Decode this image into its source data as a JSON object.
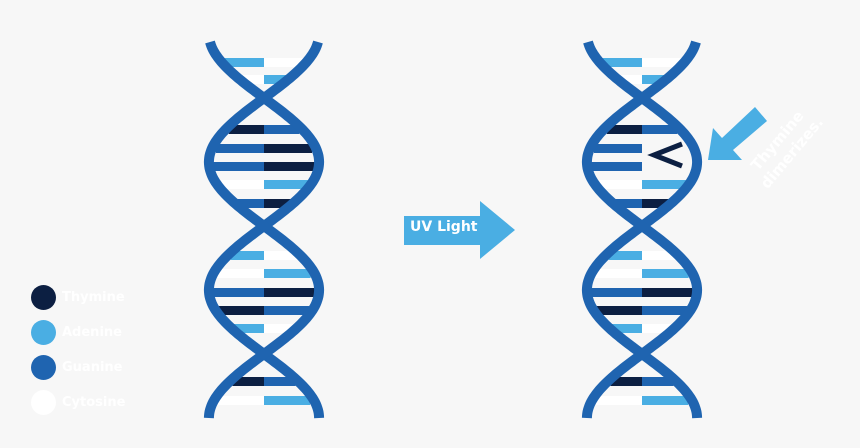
{
  "colors": {
    "thymine": "#0c1f42",
    "adenine": "#4aaee3",
    "guanine": "#1f64b0",
    "cytosine": "#ffffff",
    "backbone": "#1f64b0",
    "arrow": "#4aaee3"
  },
  "legend": [
    {
      "label": "Thymine",
      "base": "thymine"
    },
    {
      "label": "Adenine",
      "base": "adenine"
    },
    {
      "label": "Guanine",
      "base": "guanine"
    },
    {
      "label": "Cytosine",
      "base": "cytosine"
    }
  ],
  "arrow_label": "UV Light",
  "annotation": "Thymine dimerizes.",
  "helix_before": [
    [
      "adenine",
      "cytosine"
    ],
    [
      "cytosine",
      "adenine"
    ],
    [
      "thymine",
      "guanine"
    ],
    [
      "guanine",
      "thymine"
    ],
    [
      "guanine",
      "thymine"
    ],
    [
      "cytosine",
      "adenine"
    ],
    [
      "guanine",
      "thymine"
    ],
    [
      "adenine",
      "cytosine"
    ],
    [
      "cytosine",
      "adenine"
    ],
    [
      "guanine",
      "thymine"
    ],
    [
      "thymine",
      "guanine"
    ],
    [
      "adenine",
      "cytosine"
    ],
    [
      "thymine",
      "guanine"
    ],
    [
      "cytosine",
      "adenine"
    ]
  ],
  "helix_after": [
    [
      "adenine",
      "cytosine"
    ],
    [
      "cytosine",
      "adenine"
    ],
    [
      "thymine",
      "guanine"
    ],
    [
      "guanine",
      "dimer"
    ],
    [
      "guanine",
      "dimer"
    ],
    [
      "cytosine",
      "adenine"
    ],
    [
      "guanine",
      "thymine"
    ],
    [
      "adenine",
      "cytosine"
    ],
    [
      "cytosine",
      "adenine"
    ],
    [
      "guanine",
      "thymine"
    ],
    [
      "thymine",
      "guanine"
    ],
    [
      "adenine",
      "cytosine"
    ],
    [
      "thymine",
      "guanine"
    ],
    [
      "cytosine",
      "adenine"
    ]
  ]
}
